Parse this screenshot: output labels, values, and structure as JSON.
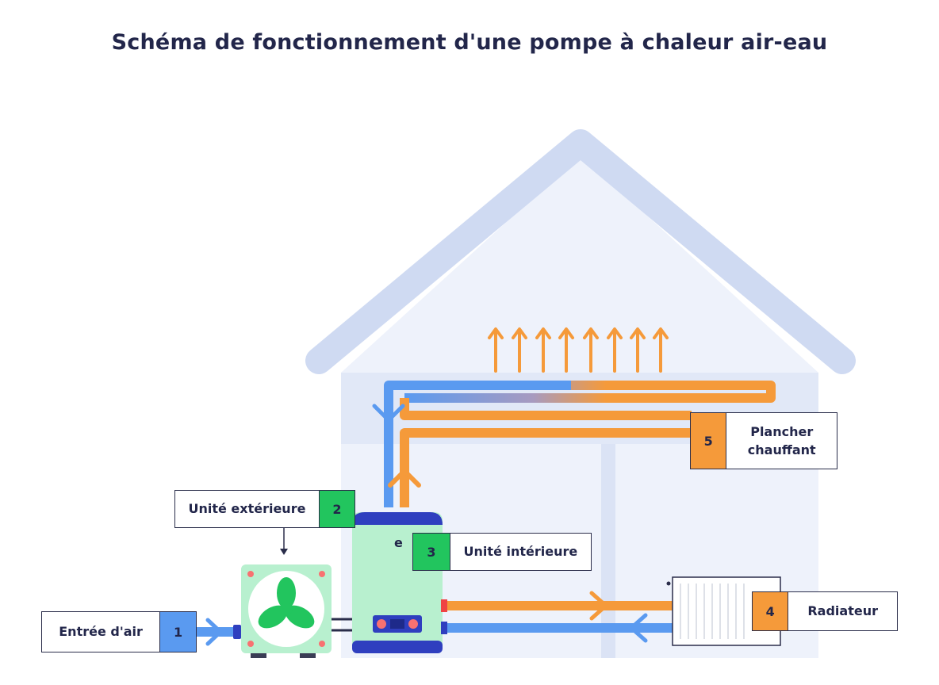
{
  "title": "Schéma de fonctionnement d'une pompe à chaleur air-eau",
  "colors": {
    "house_fill": "#eef2fb",
    "roof": "#cfdaf2",
    "hot_pipe": "#f59a3a",
    "cold_pipe": "#5a9af0",
    "green": "#22c55e",
    "blue_badge": "#5a9af0",
    "orange_badge": "#f59a3a",
    "unit_fill": "#b8f0cf",
    "unit_top": "#2f3fbf"
  },
  "labels": {
    "air_intake": {
      "text": "Entrée d'air",
      "number": "1"
    },
    "outdoor_unit": {
      "text": "Unité extérieure",
      "number": "2"
    },
    "indoor_unit": {
      "text": "Unité intérieure",
      "number": "3"
    },
    "radiator": {
      "text": "Radiateur",
      "number": "4"
    },
    "underfloor": {
      "text_line1": "Plancher",
      "text_line2": "chauffant",
      "number": "5"
    }
  }
}
